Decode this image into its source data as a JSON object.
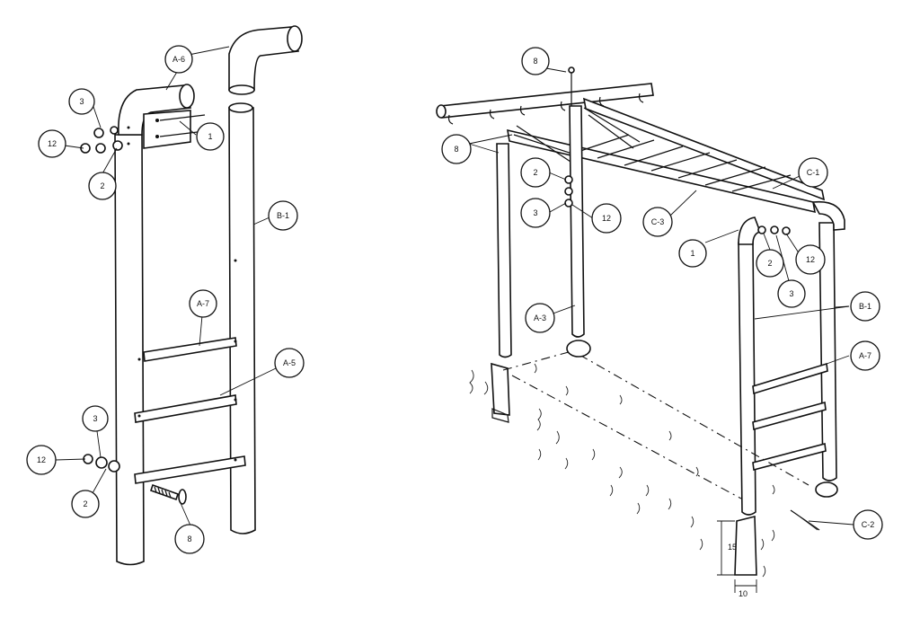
{
  "left_callouts": [
    {
      "id": "l-a6",
      "label": "A-6"
    },
    {
      "id": "l-3a",
      "label": "3"
    },
    {
      "id": "l-12a",
      "label": "12"
    },
    {
      "id": "l-2a",
      "label": "2"
    },
    {
      "id": "l-1",
      "label": "1"
    },
    {
      "id": "l-b1",
      "label": "B-1"
    },
    {
      "id": "l-a7",
      "label": "A-7"
    },
    {
      "id": "l-a5",
      "label": "A-5"
    },
    {
      "id": "l-3b",
      "label": "3"
    },
    {
      "id": "l-12b",
      "label": "12"
    },
    {
      "id": "l-2b",
      "label": "2"
    },
    {
      "id": "l-8",
      "label": "8"
    }
  ],
  "right_callouts": [
    {
      "id": "r-8top",
      "label": "8"
    },
    {
      "id": "r-8",
      "label": "8"
    },
    {
      "id": "r-2",
      "label": "2"
    },
    {
      "id": "r-3",
      "label": "3"
    },
    {
      "id": "r-12",
      "label": "12"
    },
    {
      "id": "r-c3",
      "label": "C-3"
    },
    {
      "id": "r-c1",
      "label": "C-1"
    },
    {
      "id": "r-1",
      "label": "1"
    },
    {
      "id": "r-2b",
      "label": "2"
    },
    {
      "id": "r-12b",
      "label": "12"
    },
    {
      "id": "r-3b",
      "label": "3"
    },
    {
      "id": "r-a3",
      "label": "A-3"
    },
    {
      "id": "r-b1",
      "label": "B-1"
    },
    {
      "id": "r-a7",
      "label": "A-7"
    },
    {
      "id": "r-c2",
      "label": "C-2"
    }
  ],
  "dimensions": {
    "depth": "15",
    "width": "10"
  }
}
